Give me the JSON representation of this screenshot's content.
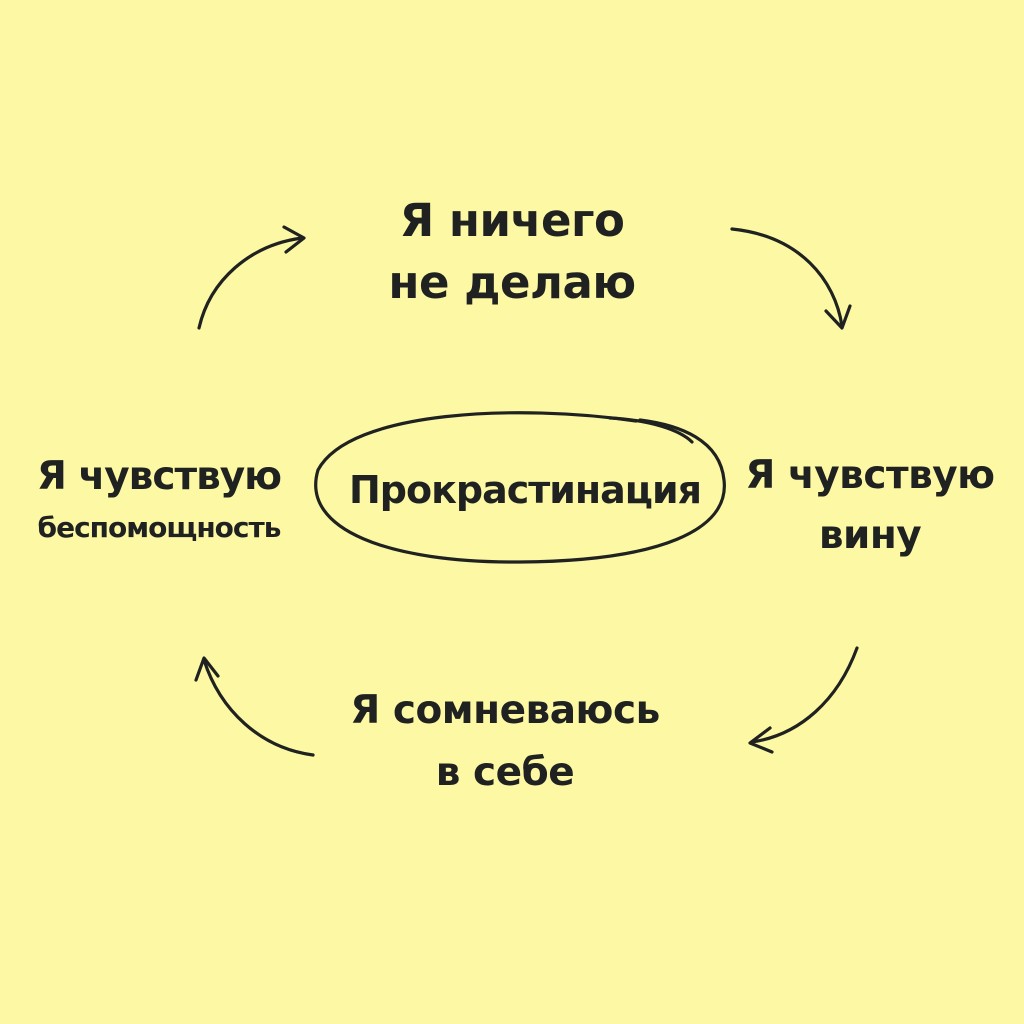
{
  "diagram": {
    "center": {
      "label": "Прокрастинация"
    },
    "nodes": {
      "top": {
        "line1": "Я ничего",
        "line2": "не делаю"
      },
      "right": {
        "line1": "Я чувствую",
        "line2": "вину"
      },
      "bottom": {
        "line1": "Я сомневаюсь",
        "line2": "в себе"
      },
      "left": {
        "line1": "Я чувствую",
        "line2": "беспомощность"
      }
    },
    "flow": [
      "top",
      "right",
      "bottom",
      "left"
    ],
    "colors": {
      "background": "#fdf8a4",
      "ink": "#1f2220"
    }
  }
}
